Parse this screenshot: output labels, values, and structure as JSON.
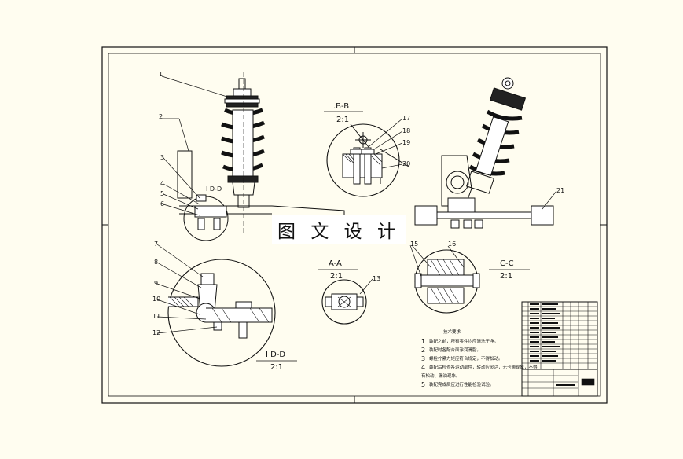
{
  "watermark": "图 文 设 计",
  "part_labels": [
    "1",
    "2",
    "3",
    "4",
    "5",
    "6",
    "7",
    "8",
    "9",
    "10",
    "11",
    "12",
    "13",
    "15",
    "16",
    "17",
    "18",
    "19",
    "20",
    "21"
  ],
  "views": {
    "bb": {
      "name": ".B-B",
      "scale": "2:1"
    },
    "aa": {
      "name": "A-A",
      "scale": "2:1"
    },
    "cc": {
      "name": "C-C",
      "scale": "2:1"
    },
    "dd": {
      "name": "I D-D",
      "scale": "2:1"
    },
    "dd_small": "I D-D"
  },
  "tech_requirements": {
    "title": "技术要求",
    "items": [
      {
        "num": "1",
        "text": "装配之前，所有零件均应清洗干净。"
      },
      {
        "num": "2",
        "text": "装配时各配合面涂润滑脂。"
      },
      {
        "num": "3",
        "text": "螺栓拧紧力矩应符合规定，不得松动。"
      },
      {
        "num": "4",
        "text": "装配后检查各运动部件，转动应灵活，无卡滞现象，不得"
      },
      {
        "num": "",
        "text": "有松动、漏油现象。"
      },
      {
        "num": "5",
        "text": "装配完成后应进行性能检验试验。"
      }
    ]
  },
  "colors": {
    "line": "#111111",
    "paper": "#fffdf0"
  }
}
